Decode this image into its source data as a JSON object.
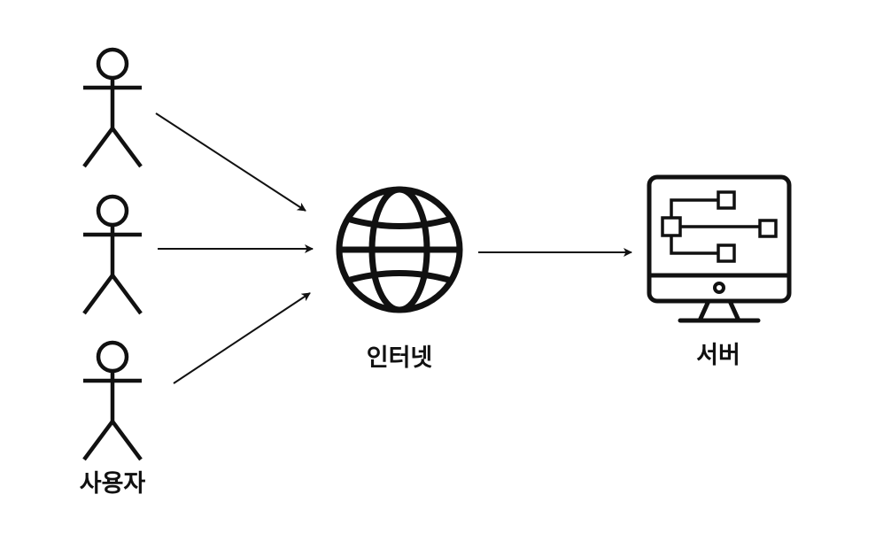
{
  "labels": {
    "users": "사용자",
    "internet": "인터넷",
    "server": "서버"
  },
  "icons": {
    "user": "stick-figure-icon",
    "internet": "globe-icon",
    "server": "server-monitor-icon"
  },
  "colors": {
    "stroke": "#111111",
    "background": "#ffffff"
  }
}
